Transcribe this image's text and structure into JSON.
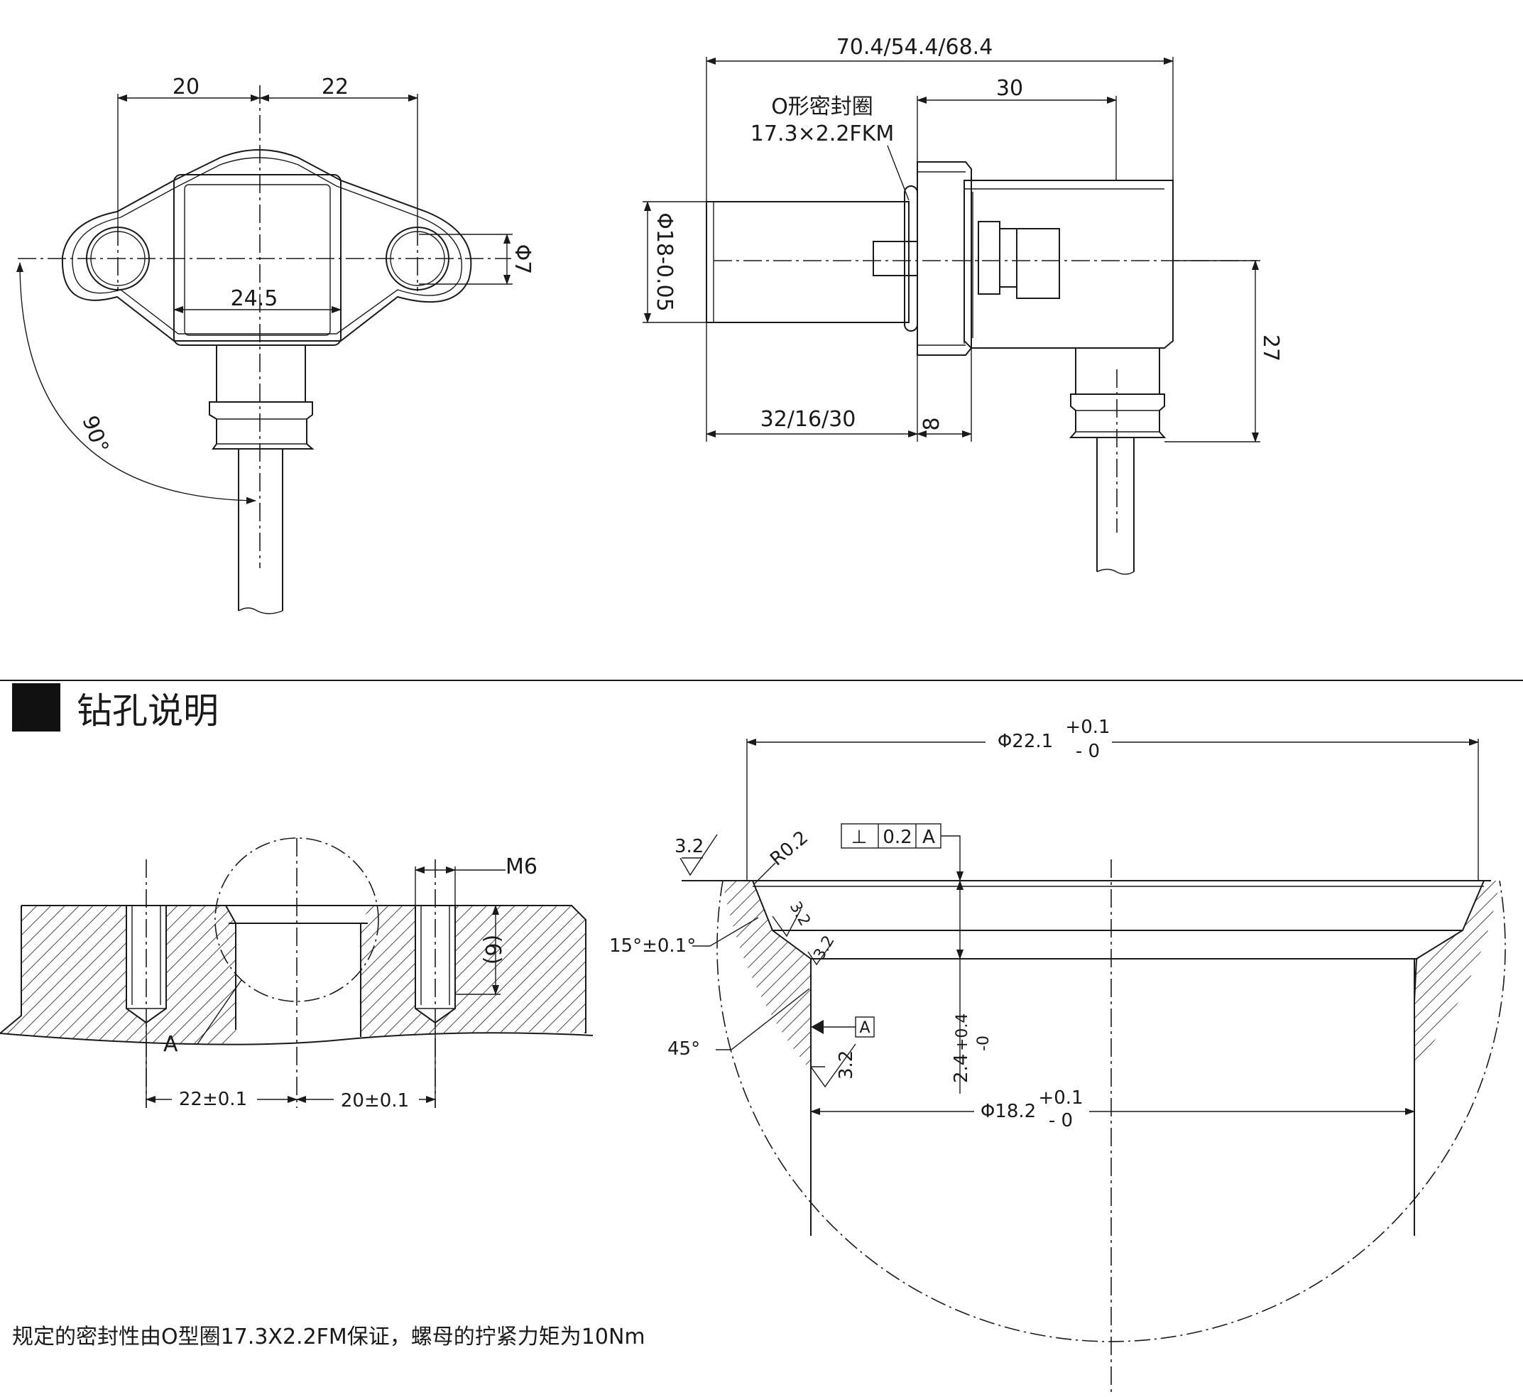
{
  "top_left": {
    "dim_left": "20",
    "dim_right": "22",
    "dim_width": "24.5",
    "dim_hole": "Φ7",
    "dim_angle": "90°"
  },
  "top_right": {
    "dim_length": "70.4/54.4/68.4",
    "dim_30": "30",
    "oring_line1": "O形密封圈",
    "oring_line2": "17.3×2.2FKM",
    "dim_dia": "Φ18-0.05",
    "dim_27": "27",
    "dim_shaft": "32/16/30",
    "dim_8": "8"
  },
  "section": {
    "title": "钻孔说明"
  },
  "drill_left": {
    "thread": "M6",
    "depth": "(6)",
    "datum": "A",
    "dim_22": "22±0.1",
    "dim_20": "20±0.1"
  },
  "drill_detail": {
    "dia_top": "Φ22.1",
    "dia_top_upper": "+0.1",
    "dia_top_lower": "- 0",
    "roughness_top": "3.2",
    "radius": "R0.2",
    "perp_symbol": "⊥",
    "perp_tol": "0.2",
    "perp_datum": "A",
    "angle_15": "15°±0.1°",
    "roughness_chamfer": "3.2",
    "roughness_step": "3.2",
    "angle_45": "45°",
    "datum_A": "A",
    "roughness_bore": "3.2",
    "depth": "2.4",
    "depth_upper": "+0.4",
    "depth_lower": "-0",
    "dia_bore": "Φ18.2",
    "dia_bore_upper": "+0.1",
    "dia_bore_lower": "- 0"
  },
  "footer": {
    "note": "规定的密封性由O型圈17.3X2.2FM保证，螺母的拧紧力矩为10Nm"
  }
}
